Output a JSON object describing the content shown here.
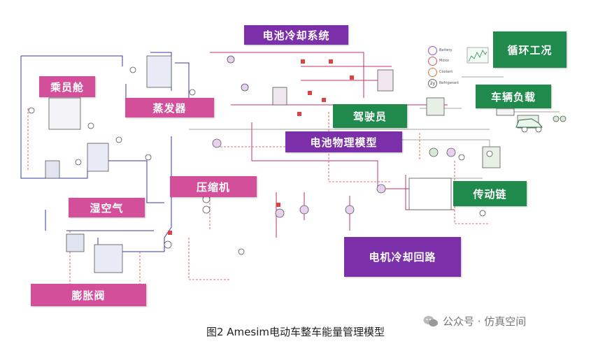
{
  "labels": {
    "battery_cooling": "电池冷却系统",
    "cabin": "乘员舱",
    "evaporator": "蒸发器",
    "drive_cycle": "循环工况",
    "vehicle_load": "车辆负载",
    "driver": "驾驶员",
    "battery_model": "电池物理模型",
    "compressor": "压缩机",
    "humid_air": "湿空气",
    "driveline": "传动链",
    "motor_cooling": "电机冷却回路",
    "expansion_valve": "膨胀阀"
  },
  "legend": {
    "battery": "Battery",
    "motor": "Motor",
    "coolant": "Coolant",
    "refrigerant": "Refrigerant"
  },
  "caption": "图2  Amesim电动车整车能量管理模型",
  "watermark": "公众号 · 仿真空间",
  "colors": {
    "pink": "#d44f9a",
    "purple": "#7b2fa8",
    "green": "#1f8a4c",
    "refrigerant_line": "#3a3aa8",
    "coolant_line": "#c0306a",
    "signal_line": "#d64545"
  }
}
